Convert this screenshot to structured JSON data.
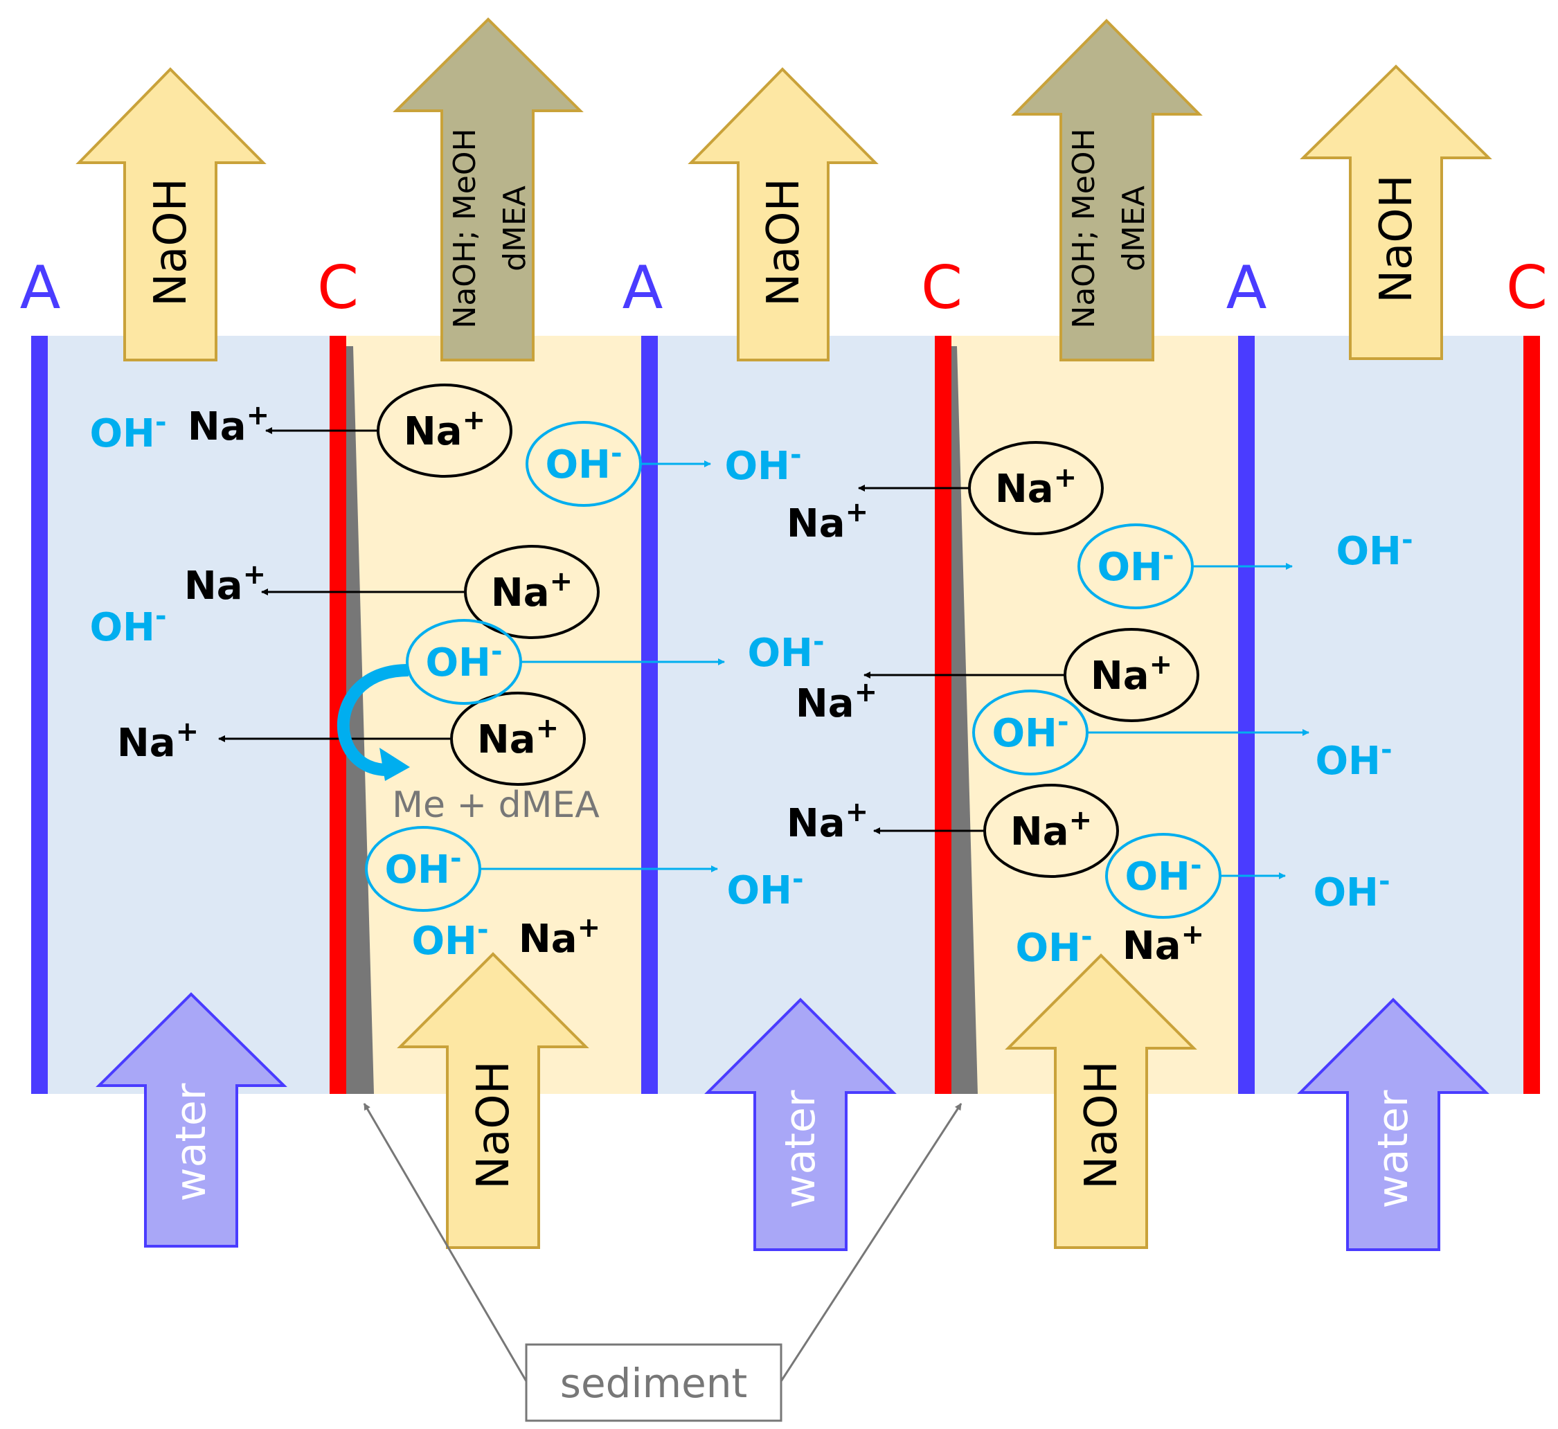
{
  "membranes": {
    "anode_label": "A",
    "cathode_label": "C",
    "anode_color": "#4a3cff",
    "cathode_color": "#ff0000"
  },
  "colors": {
    "dilute_compartment": "#dde8f5",
    "concentrate_compartment": "#fff1cc",
    "oh_color": "#00aeef",
    "na_color": "#000000",
    "naoh_arrow": "#fde7a3",
    "naoh_arrow_border": "#c9a23a",
    "mixed_arrow": "#b8b48c",
    "water_arrow": "#a9a7f7",
    "water_arrow_border": "#4a3cff",
    "sediment": "#777777"
  },
  "streams": {
    "naoh_out": "NaOH",
    "mixed_out_line1": "NaOH; MeOH",
    "mixed_out_line2": "dMEA",
    "naoh_in": "NaOH",
    "water_in": "water"
  },
  "ions": {
    "oh": "OH",
    "na": "Na",
    "oh_charge": "-",
    "na_charge": "+"
  },
  "reaction_label": "Me + dMEA",
  "callout": {
    "label": "sediment"
  }
}
